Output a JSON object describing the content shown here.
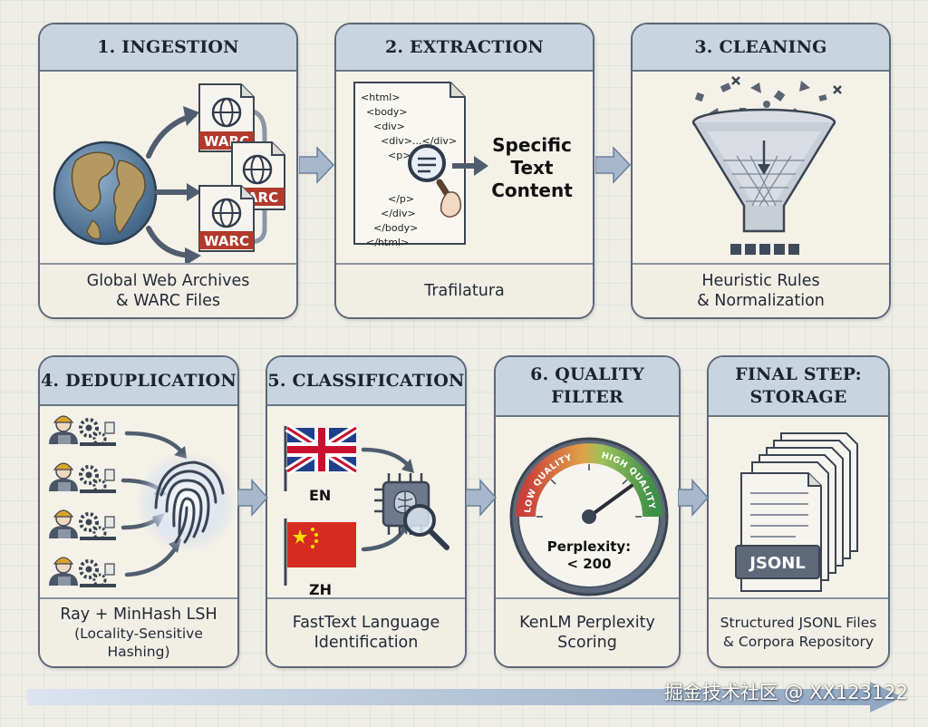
{
  "stages": [
    {
      "title": "1. INGESTION",
      "caption": [
        "Global Web Archives",
        "& WARC Files"
      ],
      "file_labels": [
        "WARC",
        "ARC",
        "WARC"
      ]
    },
    {
      "title": "2. EXTRACTION",
      "caption": [
        "Trafilatura"
      ],
      "code_lines": [
        "<html>",
        "<body>",
        "<div>",
        "<div>...</div>",
        "<p>",
        "</p>",
        "</div>",
        "</body>",
        "</html>"
      ],
      "output_text": [
        "Specific",
        "Text",
        "Content"
      ]
    },
    {
      "title": "3. CLEANING",
      "caption": [
        "Heuristic Rules",
        "& Normalization"
      ]
    },
    {
      "title": "4. DEDUPLICATION",
      "caption": [
        "Ray + MinHash LSH",
        "(Locality-Sensitive",
        "Hashing)"
      ]
    },
    {
      "title": "5. CLASSIFICATION",
      "caption": [
        "FastText Language",
        "Identification"
      ],
      "languages": [
        "EN",
        "ZH"
      ]
    },
    {
      "title": [
        "6. QUALITY",
        "FILTER"
      ],
      "caption": [
        "KenLM Perplexity",
        "Scoring"
      ],
      "gauge": {
        "low_label": "LOW QUALITY",
        "high_label": "HIGH QUALITY",
        "readout": [
          "Perplexity:",
          "< 200"
        ],
        "needle_fraction": 0.8
      }
    },
    {
      "title": [
        "FINAL STEP:",
        "STORAGE"
      ],
      "caption": [
        "Structured JSONL Files",
        "& Corpora Repository"
      ],
      "file_label": "JSONL"
    }
  ],
  "watermark": "掘金技术社区 @ XX123122",
  "colors": {
    "header": "#c9d4e1",
    "panel": "#f4f1e8",
    "border": "#5d6878",
    "arrow": "#8ea3bd",
    "gauge_low": "#c9413b",
    "gauge_high": "#3e8f48"
  }
}
